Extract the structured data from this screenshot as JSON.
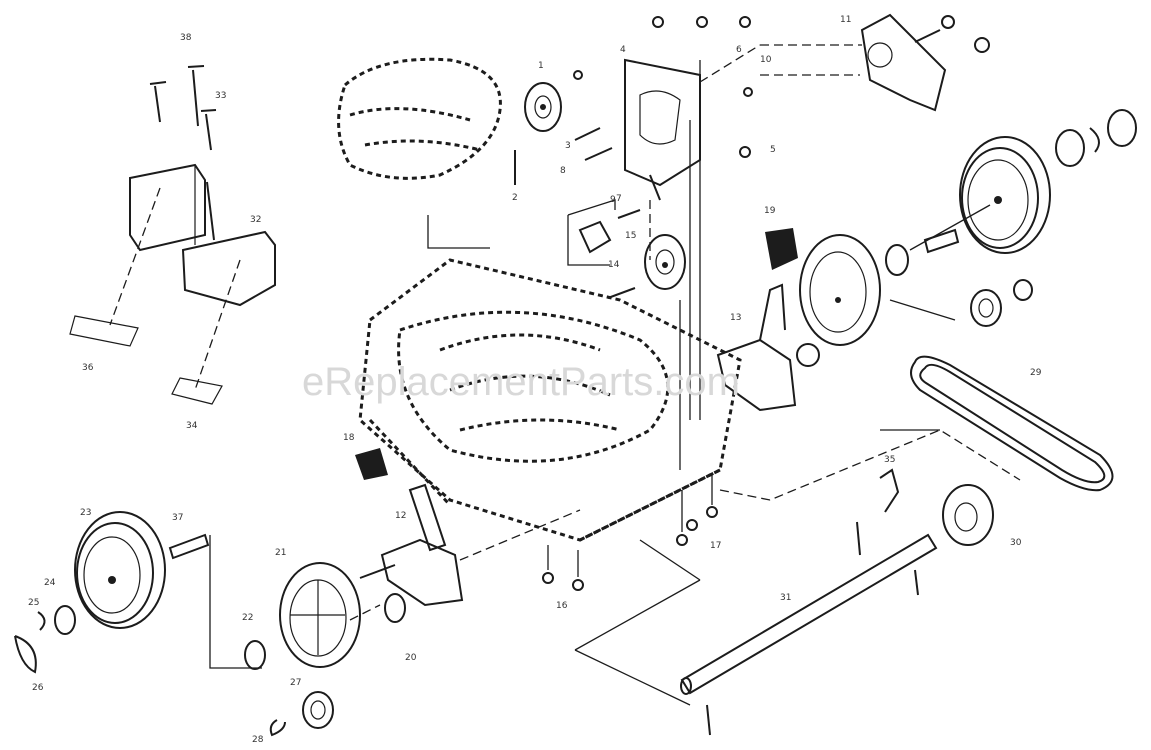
{
  "watermark": "eReplacementParts.com",
  "callouts": [
    {
      "id": "c1",
      "text": "1"
    },
    {
      "id": "c2",
      "text": "2"
    },
    {
      "id": "c3",
      "text": "3"
    },
    {
      "id": "c4",
      "text": "4"
    },
    {
      "id": "c5",
      "text": "5"
    },
    {
      "id": "c6",
      "text": "6"
    },
    {
      "id": "c7",
      "text": "7"
    },
    {
      "id": "c8",
      "text": "8"
    },
    {
      "id": "c9",
      "text": "9"
    },
    {
      "id": "c10",
      "text": "10"
    },
    {
      "id": "c11",
      "text": "11"
    },
    {
      "id": "c12",
      "text": "12"
    },
    {
      "id": "c13",
      "text": "13"
    },
    {
      "id": "c14",
      "text": "14"
    },
    {
      "id": "c15",
      "text": "15"
    },
    {
      "id": "c16",
      "text": "16"
    },
    {
      "id": "c17",
      "text": "17"
    },
    {
      "id": "c18",
      "text": "18"
    },
    {
      "id": "c19",
      "text": "19"
    },
    {
      "id": "c20",
      "text": "20"
    },
    {
      "id": "c21",
      "text": "21"
    },
    {
      "id": "c22",
      "text": "22"
    },
    {
      "id": "c23",
      "text": "23"
    },
    {
      "id": "c24",
      "text": "24"
    },
    {
      "id": "c25",
      "text": "25"
    },
    {
      "id": "c26",
      "text": "26"
    },
    {
      "id": "c27",
      "text": "27"
    },
    {
      "id": "c28",
      "text": "28"
    },
    {
      "id": "c29",
      "text": "29"
    },
    {
      "id": "c30",
      "text": "30"
    },
    {
      "id": "c31",
      "text": "31"
    },
    {
      "id": "c32",
      "text": "32"
    },
    {
      "id": "c33",
      "text": "33"
    },
    {
      "id": "c34",
      "text": "34"
    },
    {
      "id": "c35",
      "text": "35"
    },
    {
      "id": "c36",
      "text": "36"
    },
    {
      "id": "c37",
      "text": "37"
    },
    {
      "id": "c38",
      "text": "38"
    }
  ]
}
